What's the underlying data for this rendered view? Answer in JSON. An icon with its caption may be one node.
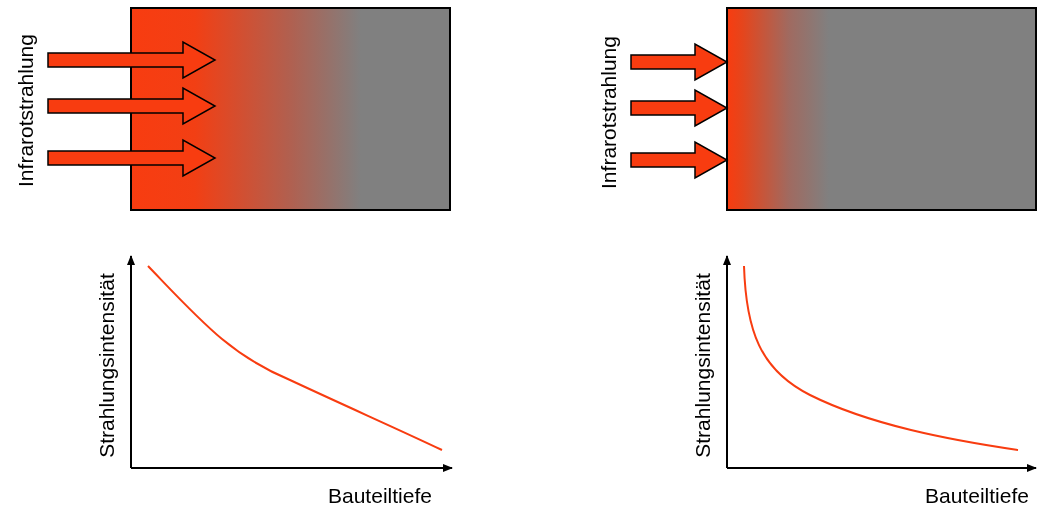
{
  "diagram": {
    "labels": [
      "Infrarotstrahlung",
      "Infrarotstrahlung",
      "Strahlungsintensität",
      "Strahlungsintensität",
      "Bauteiltiefe",
      "Bauteiltiefe"
    ]
  }
}
